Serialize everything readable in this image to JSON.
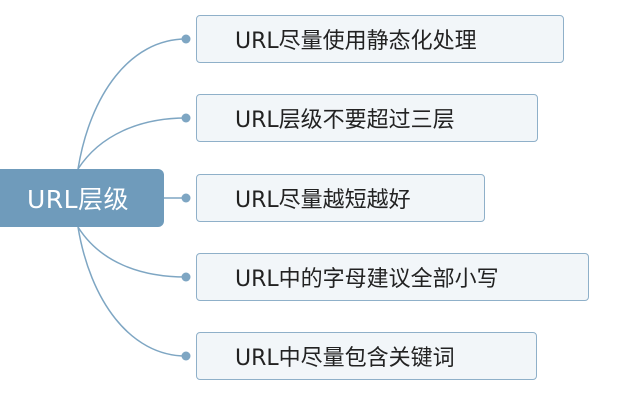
{
  "mindmap": {
    "root": {
      "label": "URL层级"
    },
    "children": [
      {
        "label": "URL尽量使用静态化处理"
      },
      {
        "label": "URL层级不要超过三层"
      },
      {
        "label": "URL尽量越短越好"
      },
      {
        "label": "URL中的字母建议全部小写"
      },
      {
        "label": "URL中尽量包含关键词"
      }
    ]
  },
  "colors": {
    "root_fill": "#6f9bbb",
    "child_fill": "#f2f6f9",
    "child_border": "#8fb0c9",
    "connector": "#7ea6c3"
  }
}
